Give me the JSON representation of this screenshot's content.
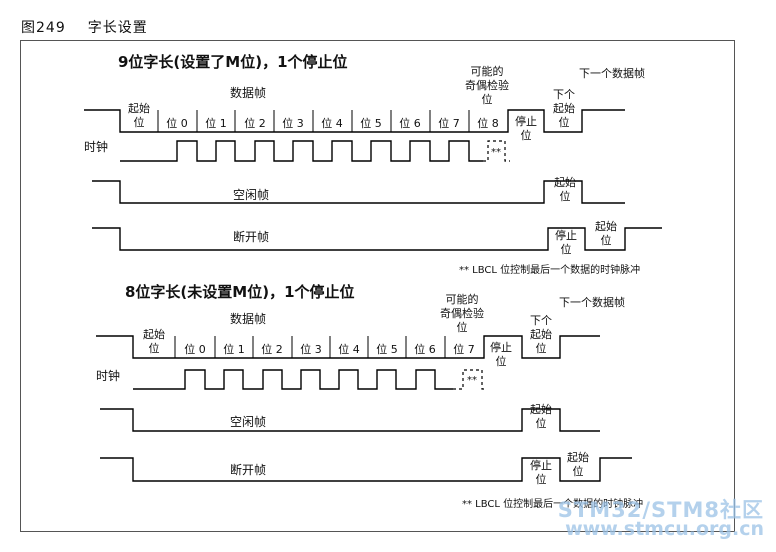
{
  "figure": {
    "number": "图249",
    "title": "字长设置"
  },
  "panel9": {
    "heading": "9位字长(设置了M位)，1个停止位",
    "data_frame": "数据帧",
    "start_bit": [
      "起始",
      "位"
    ],
    "bits": [
      "位 0",
      "位 1",
      "位 2",
      "位 3",
      "位 4",
      "位 5",
      "位 6",
      "位 7",
      "位 8"
    ],
    "stop_bit": [
      "停止",
      "位"
    ],
    "parity": [
      "可能的",
      "奇偶检验",
      "位"
    ],
    "next_frame": "下一个数据帧",
    "next_start": [
      "下个",
      "起始",
      "位"
    ],
    "clock": "时钟",
    "idle_frame": "空闲帧",
    "idle_start": [
      "起始",
      "位"
    ],
    "break_frame": "断开帧",
    "break_stop": [
      "停止",
      "位"
    ],
    "break_start": [
      "起始",
      "位"
    ],
    "footnote": "** LBCL 位控制最后一个数据的时钟脉冲"
  },
  "panel8": {
    "heading": "8位字长(未设置M位)，1个停止位",
    "data_frame": "数据帧",
    "start_bit": [
      "起始",
      "位"
    ],
    "bits": [
      "位 0",
      "位 1",
      "位 2",
      "位 3",
      "位 4",
      "位 5",
      "位 6",
      "位 7"
    ],
    "stop_bit": [
      "停止",
      "位"
    ],
    "parity": [
      "可能的",
      "奇偶检验",
      "位"
    ],
    "next_frame": "下一个数据帧",
    "next_start": [
      "下个",
      "起始",
      "位"
    ],
    "clock": "时钟",
    "idle_frame": "空闲帧",
    "idle_start": [
      "起始",
      "位"
    ],
    "break_frame": "断开帧",
    "break_stop": [
      "停止",
      "位"
    ],
    "break_start": [
      "起始",
      "位"
    ],
    "footnote": "** LBCL 位控制最后一个数据的时钟脉冲"
  },
  "watermark": [
    "STM32/STM8社区",
    "www.stmcu.org.cn"
  ]
}
